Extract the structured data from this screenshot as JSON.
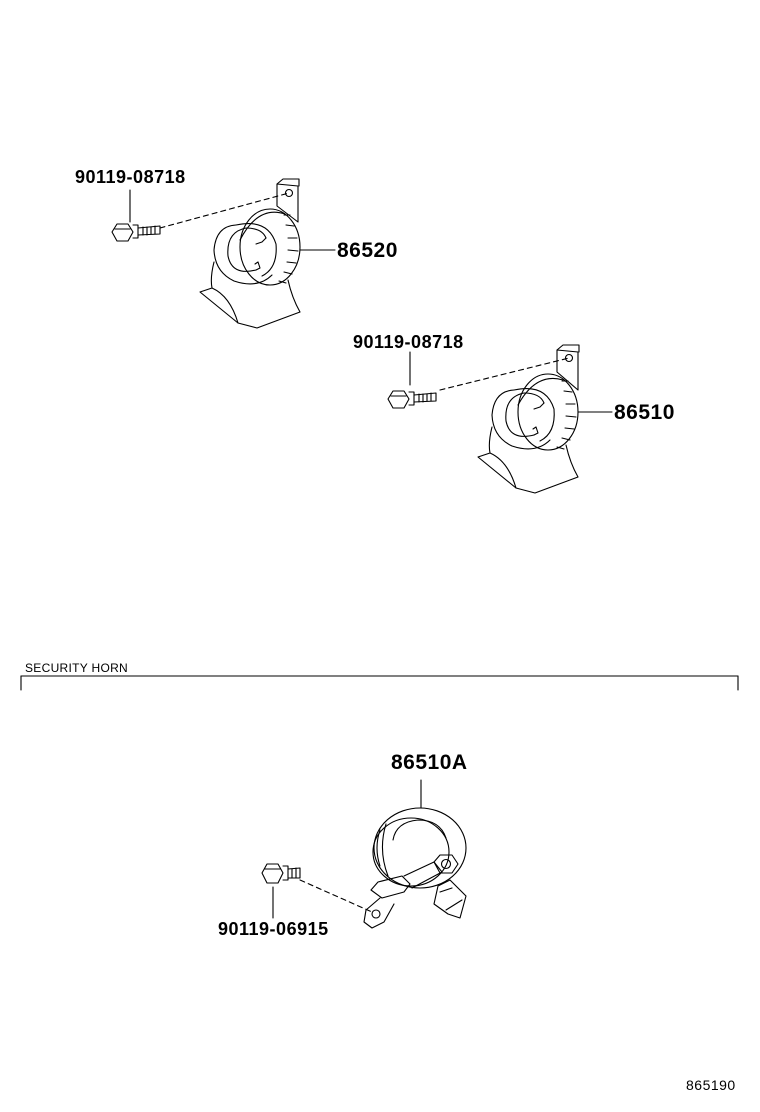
{
  "parts": {
    "bolt_top": "90119-08718",
    "horn_top": "86520",
    "bolt_mid": "90119-08718",
    "horn_mid": "86510",
    "horn_security": "86510A",
    "bolt_security": "90119-06915"
  },
  "section": {
    "title": "SECURITY HORN"
  },
  "figure_code": "865190"
}
